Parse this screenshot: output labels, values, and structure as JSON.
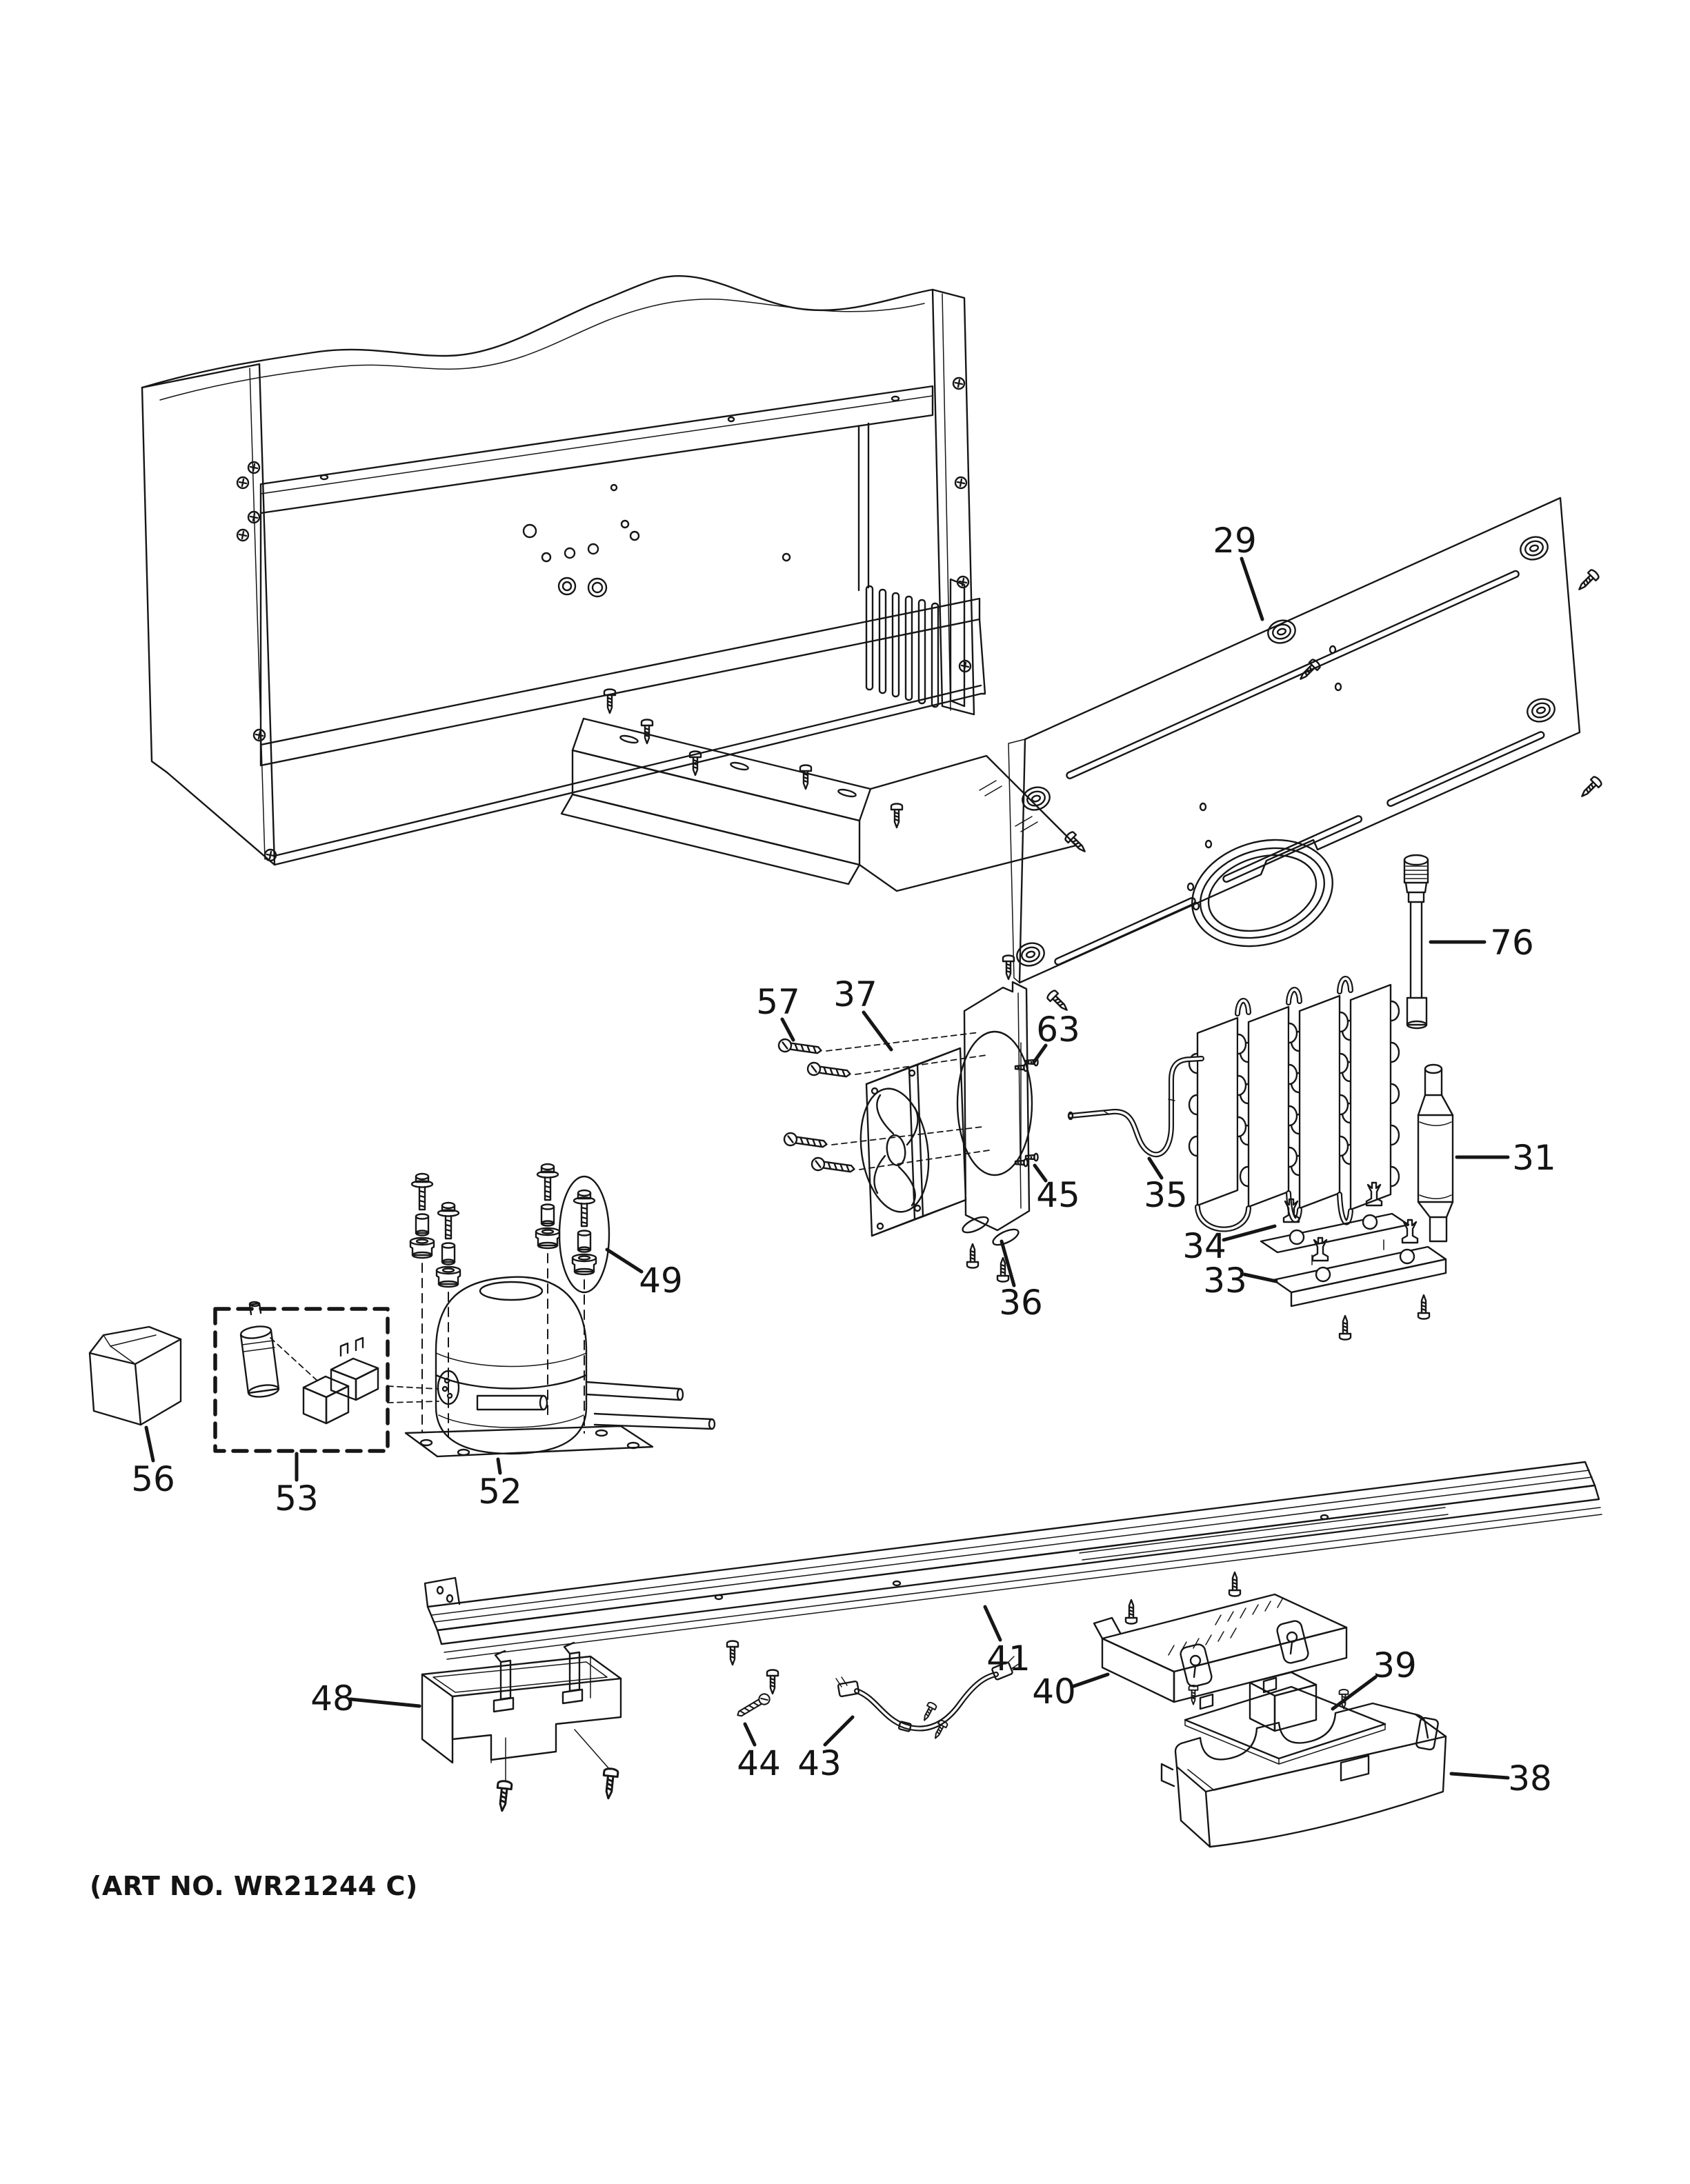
{
  "colors": {
    "background": "#ffffff",
    "line_color": "#161616"
  },
  "footer": {
    "art_no": "(ART NO. WR21244 C)"
  },
  "callouts": {
    "c29": {
      "label": "29"
    },
    "c31": {
      "label": "31"
    },
    "c33": {
      "label": "33"
    },
    "c34": {
      "label": "34"
    },
    "c35": {
      "label": "35"
    },
    "c36": {
      "label": "36"
    },
    "c37": {
      "label": "37"
    },
    "c38": {
      "label": "38"
    },
    "c39": {
      "label": "39"
    },
    "c40": {
      "label": "40"
    },
    "c41": {
      "label": "41"
    },
    "c43": {
      "label": "43"
    },
    "c44": {
      "label": "44"
    },
    "c45": {
      "label": "45"
    },
    "c48": {
      "label": "48"
    },
    "c49": {
      "label": "49"
    },
    "c52": {
      "label": "52"
    },
    "c53": {
      "label": "53"
    },
    "c56": {
      "label": "56"
    },
    "c57": {
      "label": "57"
    },
    "c63": {
      "label": "63"
    },
    "c76": {
      "label": "76"
    }
  }
}
